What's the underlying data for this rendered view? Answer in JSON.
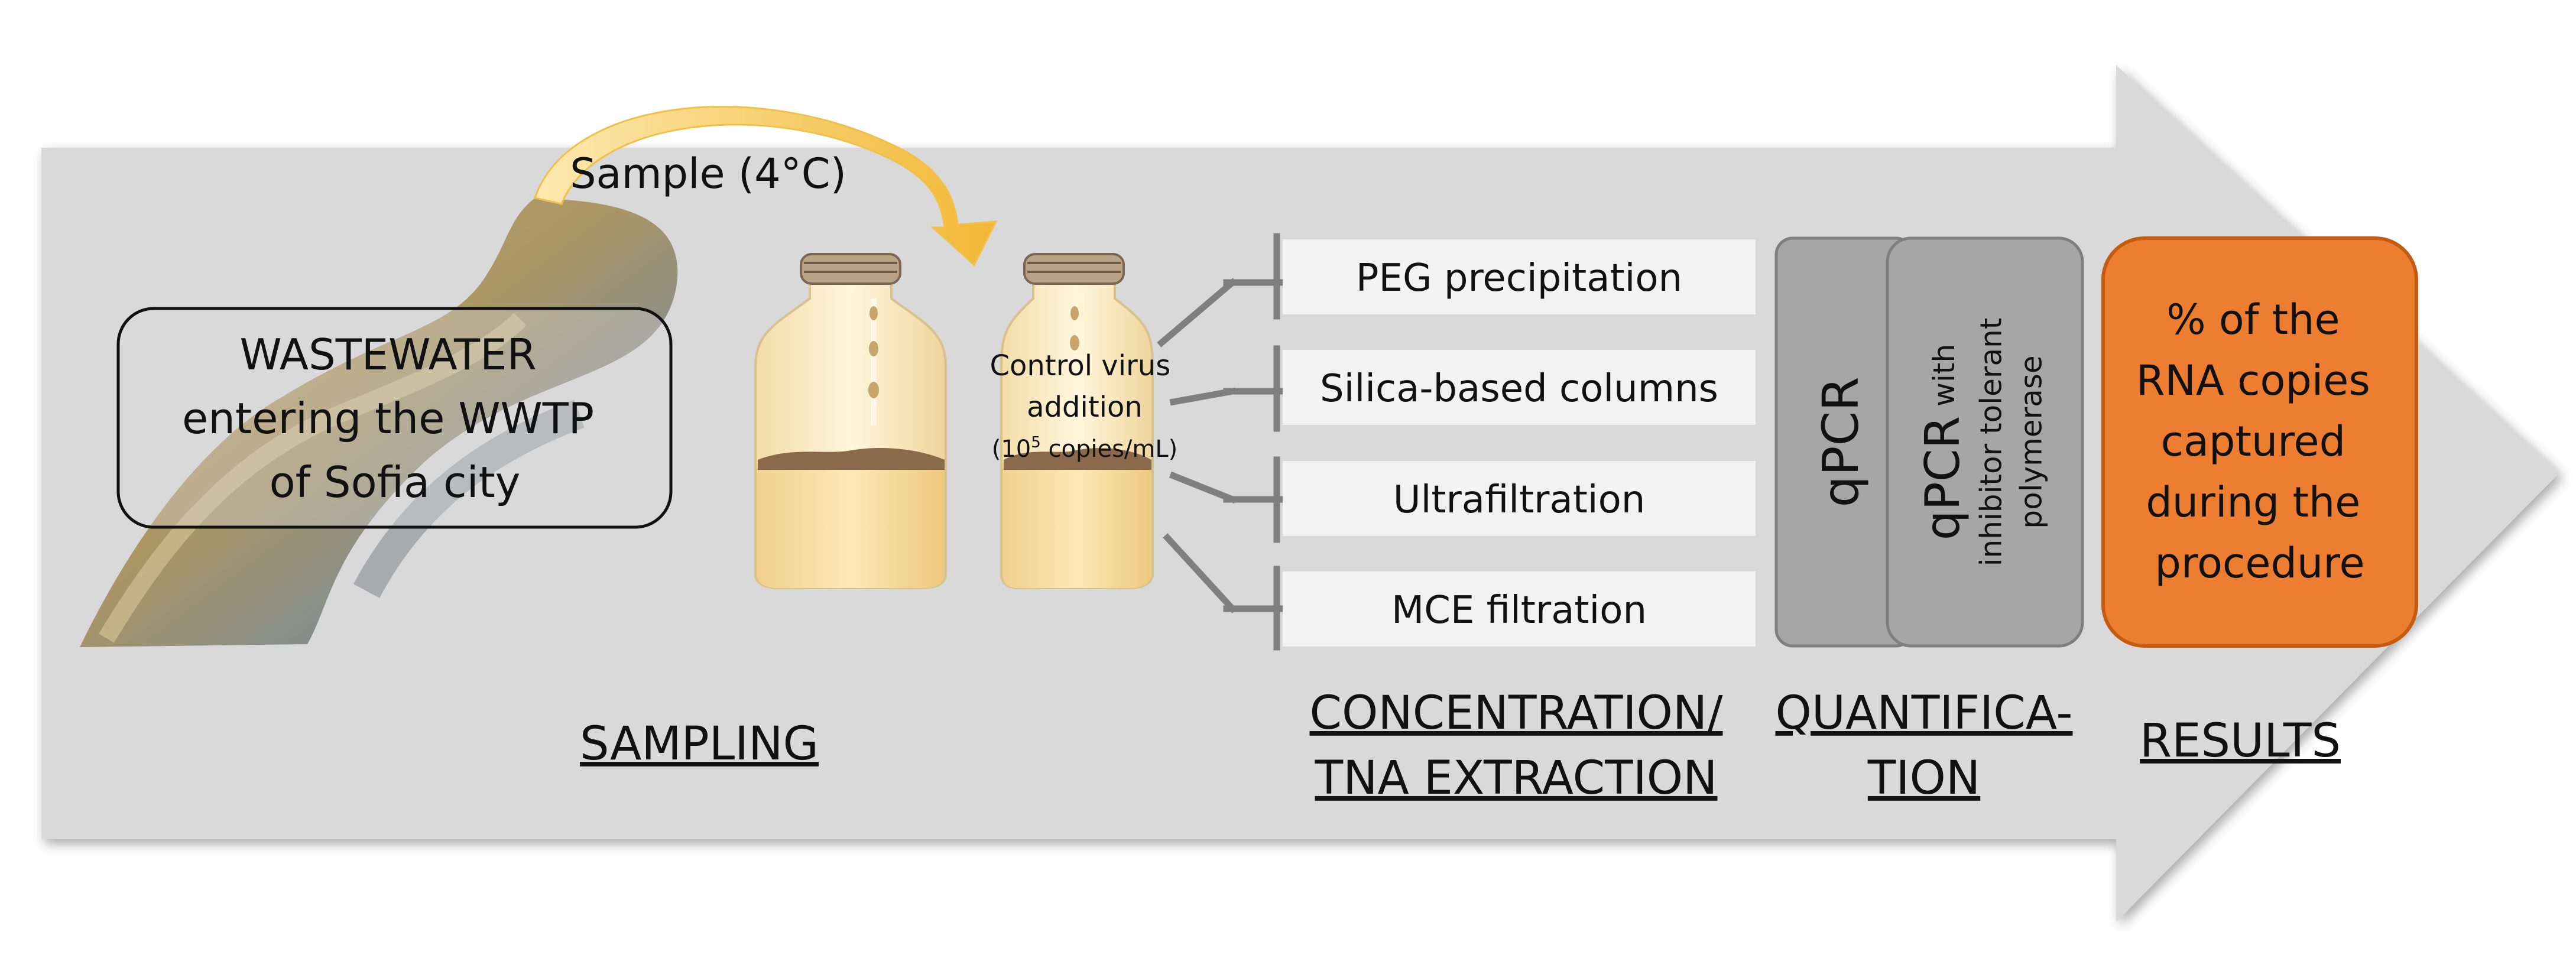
{
  "sample_label": "Sample (4°C)",
  "wastewater": {
    "line1": "WASTEWATER",
    "line2": "entering the WWTP",
    "line3": "of Sofia city"
  },
  "control_virus": {
    "line1": "Control virus",
    "line2": "addition",
    "line3_prefix": "(10",
    "line3_sup": "5",
    "line3_suffix": " copies/mL)"
  },
  "methods": [
    "PEG precipitation",
    "Silica-based columns",
    "Ultrafiltration",
    "MCE filtration"
  ],
  "quantification": {
    "qpcr": "qPCR",
    "qpcr2_main": "qPCR",
    "qpcr2_small": " with",
    "qpcr2_line2": "inhibitor tolerant",
    "qpcr2_line3": "polymerase"
  },
  "results_box": {
    "line1": "% of the",
    "line2": "RNA copies",
    "line3": "captured",
    "line4": "during the",
    "line5": "procedure"
  },
  "stages": {
    "sampling": "SAMPLING",
    "concentration_line1": "CONCENTRATION/",
    "concentration_line2": "TNA EXTRACTION",
    "quantification_line1": "QUANTIFICA-",
    "quantification_line2": "TION",
    "results": "RESULTS"
  },
  "colors": {
    "arrow": "#d9d9d9",
    "results_fill": "#ed7d31",
    "qpcr_fill": "#a6a6a6",
    "method_box": "#f2f2f2",
    "connector": "#7f7f7f",
    "curve_arrow": "#f5c242"
  }
}
